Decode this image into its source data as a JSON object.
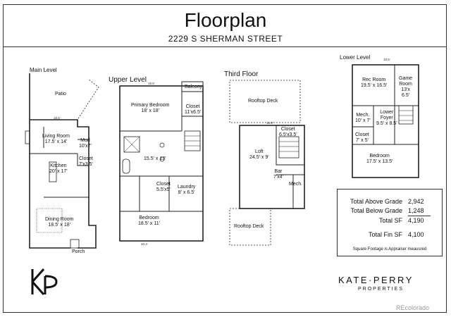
{
  "header": {
    "title": "Floorplan",
    "address": "2229 S SHERMAN STREET"
  },
  "levels": {
    "main": {
      "label": "Main Level",
      "rooms": {
        "patio": "Patio",
        "living": "Living Room\n17.5' x 14'",
        "mud": "Mud\n10'x7'",
        "closet": "Closet\n7'x3.5'",
        "kitchen": "Kitchen\n20' x 17'",
        "dining": "Dining Room\n18.5' x 18'",
        "porch": "Porch"
      }
    },
    "upper": {
      "label": "Upper Level",
      "rooms": {
        "balcony": "Balcony",
        "primary": "Primary Bedroom\n18' x 18'",
        "closet": "Closet\n11'x6.5'",
        "bath": "15.5' x 13'",
        "closet2": "Closet\n5.5'x5'",
        "laundry": "Laundry\n8' x 6.5'",
        "bedroom": "Bedroom\n18.5' x 11'"
      }
    },
    "third": {
      "label": "Third Floor",
      "rooms": {
        "deck_top": "Rooftop Deck",
        "closet": "Closet\n6.5'x3.5'",
        "loft": "Loft\n24.5' x 9'",
        "bar": "Bar\n7'x4'",
        "mech": "Mech.",
        "deck_bottom": "Rooftop Deck"
      }
    },
    "lower": {
      "label": "Lower Level",
      "rooms": {
        "rec": "Rec Room\n19.5' x 16.5'",
        "game": "Game\nRoom\n13'x\n6.5'",
        "mech": "Mech.\n10' x 7'",
        "foyer": "Lower\nFoyer\n9.5' x 8.5'",
        "closet": "Closet\n7' x 5'",
        "bedroom": "Bedroom\n17.5' x 13.5'"
      }
    }
  },
  "stats": {
    "rows": [
      {
        "label": "Total Above Grade",
        "value": "2,942"
      },
      {
        "label": "Total Below Grade",
        "value": "1,248"
      },
      {
        "label": "Total SF",
        "value": "4,190"
      },
      {
        "label": "Total Fin SF",
        "value": "4,100"
      }
    ],
    "note": "Square Footage is Appraiser meausred"
  },
  "brand": {
    "name": "KATE·PERRY",
    "sub": "PROPERTIES",
    "logo_letters": "KP"
  },
  "credit": "REcolorado"
}
